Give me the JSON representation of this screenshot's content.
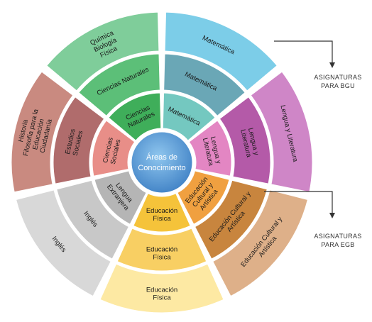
{
  "center": {
    "lines": [
      "Áreas de",
      "Conocimiento"
    ]
  },
  "segments": [
    {
      "id": "matematica",
      "rings": [
        {
          "lines": [
            "Matemática"
          ],
          "color": "#74c8c0",
          "text_light": false
        },
        {
          "lines": [
            "Matemática"
          ],
          "color": "#6aa7b6",
          "text_light": false
        },
        {
          "lines": [
            "Matemática"
          ],
          "color": "#7ccde8",
          "text_light": false
        }
      ]
    },
    {
      "id": "lengua",
      "rings": [
        {
          "lines": [
            "Lengua y",
            "Literatura"
          ],
          "color": "#e386c3",
          "text_light": false
        },
        {
          "lines": [
            "Lengua y",
            "Literatura"
          ],
          "color": "#b45aa8",
          "text_light": false
        },
        {
          "lines": [
            "Lengua y Literatura"
          ],
          "color": "#cf86c7",
          "text_light": false
        }
      ]
    },
    {
      "id": "educacion-cultural",
      "rings": [
        {
          "lines": [
            "Educación",
            "Cultural y",
            "Artística"
          ],
          "color": "#f0a040",
          "text_light": false
        },
        {
          "lines": [
            "Educación Cultural y",
            "Artística"
          ],
          "color": "#c8853e",
          "text_light": false
        },
        {
          "lines": [
            "Educación Cultural y",
            "Artística"
          ],
          "color": "#deb089",
          "text_light": false
        }
      ]
    },
    {
      "id": "educacion-fisica",
      "rings": [
        {
          "lines": [
            "Educación",
            "Física"
          ],
          "color": "#f5c33a",
          "text_light": false
        },
        {
          "lines": [
            "Educación",
            "Física"
          ],
          "color": "#f8cf63",
          "text_light": false
        },
        {
          "lines": [
            "Educación",
            "Física"
          ],
          "color": "#fde9a3",
          "text_light": false
        }
      ]
    },
    {
      "id": "lengua-extranjera",
      "rings": [
        {
          "lines": [
            "Lengua",
            "Extranjera"
          ],
          "color": "#b5b5b5",
          "text_light": false
        },
        {
          "lines": [
            "Inglés"
          ],
          "color": "#c8c8c8",
          "text_light": false
        },
        {
          "lines": [
            "Inglés"
          ],
          "color": "#d8d8d8",
          "text_light": false
        }
      ]
    },
    {
      "id": "ciencias-sociales",
      "rings": [
        {
          "lines": [
            "Ciencias",
            "Sociales"
          ],
          "color": "#e88e88",
          "text_light": false
        },
        {
          "lines": [
            "Estudios",
            "Sociales"
          ],
          "color": "#b06c6c",
          "text_light": false
        },
        {
          "lines": [
            "Historia",
            "Filosofía para la",
            "Educación",
            "Ciudadanía"
          ],
          "color": "#c98a80",
          "text_light": false
        }
      ]
    },
    {
      "id": "ciencias-naturales",
      "rings": [
        {
          "lines": [
            "Ciencias",
            "Naturales"
          ],
          "color": "#3fae5a",
          "text_light": false
        },
        {
          "lines": [
            "Ciencias Naturales"
          ],
          "color": "#5cbf78",
          "text_light": false
        },
        {
          "lines": [
            "Química",
            "Biología",
            "Física"
          ],
          "color": "#7fcd9a",
          "text_light": false
        }
      ]
    }
  ],
  "annotations": {
    "bgu": {
      "lines": [
        "ASIGNATURAS",
        "PARA BGU"
      ]
    },
    "egb": {
      "lines": [
        "ASIGNATURAS",
        "PARA EGB"
      ]
    }
  }
}
